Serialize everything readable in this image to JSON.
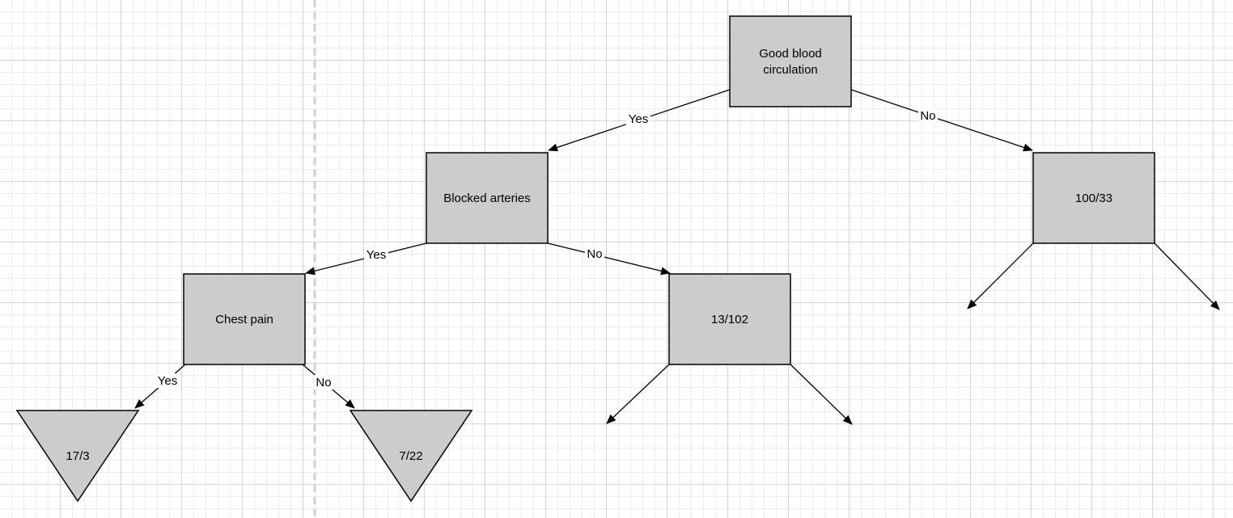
{
  "diagram": {
    "nodes": [
      {
        "id": "root",
        "lines": [
          "Good blood",
          "circulation"
        ]
      },
      {
        "id": "blocked",
        "lines": [
          "Blocked arteries"
        ]
      },
      {
        "id": "leaf-100-33",
        "lines": [
          "100/33"
        ]
      },
      {
        "id": "chest",
        "lines": [
          "Chest pain"
        ]
      },
      {
        "id": "leaf-13-102",
        "lines": [
          "13/102"
        ]
      },
      {
        "id": "leaf-17-3",
        "lines": [
          "17/3"
        ]
      },
      {
        "id": "leaf-7-22",
        "lines": [
          "7/22"
        ]
      }
    ],
    "edges": [
      {
        "from": "root",
        "to": "blocked",
        "label": "Yes"
      },
      {
        "from": "root",
        "to": "leaf-100-33",
        "label": "No"
      },
      {
        "from": "blocked",
        "to": "chest",
        "label": "Yes"
      },
      {
        "from": "blocked",
        "to": "leaf-13-102",
        "label": "No"
      },
      {
        "from": "chest",
        "to": "leaf-17-3",
        "label": "Yes"
      },
      {
        "from": "chest",
        "to": "leaf-7-22",
        "label": "No"
      },
      {
        "from": "leaf-13-102",
        "to": null,
        "label": ""
      },
      {
        "from": "leaf-13-102",
        "to": null,
        "label": ""
      },
      {
        "from": "leaf-100-33",
        "to": null,
        "label": ""
      },
      {
        "from": "leaf-100-33",
        "to": null,
        "label": ""
      }
    ]
  },
  "colors": {
    "node_fill": "#cccccc",
    "stroke": "#000000",
    "divider": "#d0d0d0"
  }
}
